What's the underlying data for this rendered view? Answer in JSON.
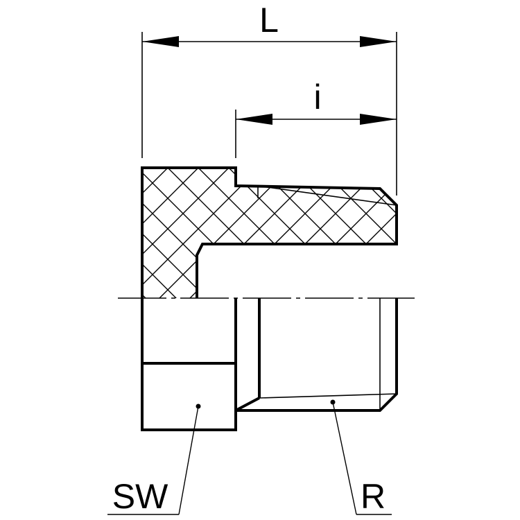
{
  "drawing": {
    "dimension_length_label": "L",
    "dimension_thread_engagement_label": "i",
    "callout_wrench_size_label": "SW",
    "callout_thread_label": "R"
  }
}
